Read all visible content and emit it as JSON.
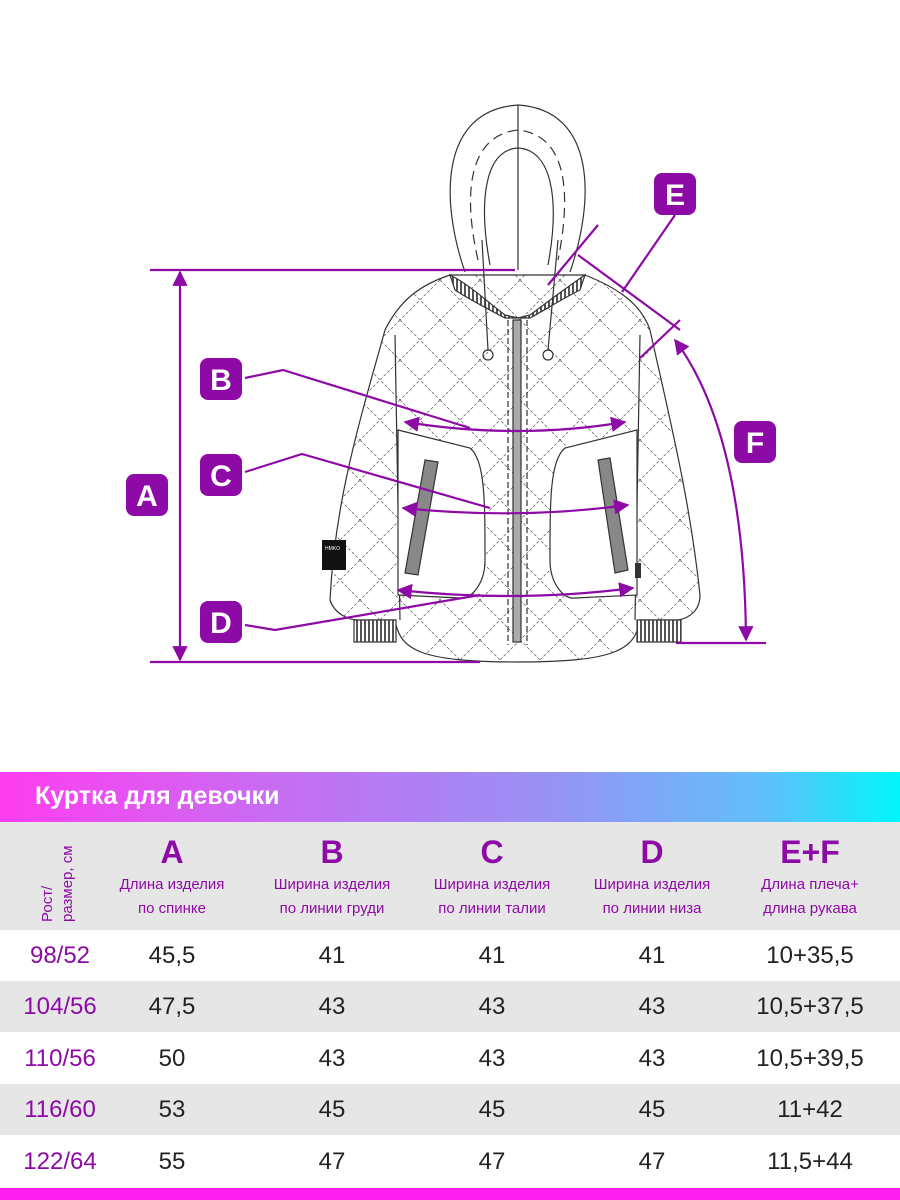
{
  "diagram": {
    "labels": [
      "A",
      "B",
      "C",
      "D",
      "E",
      "F"
    ],
    "tag_text": "HMKO"
  },
  "table": {
    "title": "Куртка для девочки",
    "size_header": [
      "Рост/",
      "размер, см"
    ],
    "columns": [
      {
        "letter": "A",
        "desc1": "Длина изделия",
        "desc2": "по спинке"
      },
      {
        "letter": "B",
        "desc1": "Ширина изделия",
        "desc2": "по линии груди"
      },
      {
        "letter": "C",
        "desc1": "Ширина изделия",
        "desc2": "по линии талии"
      },
      {
        "letter": "D",
        "desc1": "Ширина изделия",
        "desc2": "по линии низа"
      },
      {
        "letter": "E+F",
        "desc1": "Длина плеча+",
        "desc2": "длина рукава"
      }
    ],
    "rows": [
      {
        "size": "98/52",
        "a": "45,5",
        "b": "41",
        "c": "41",
        "d": "41",
        "ef": "10+35,5"
      },
      {
        "size": "104/56",
        "a": "47,5",
        "b": "43",
        "c": "43",
        "d": "43",
        "ef": "10,5+37,5"
      },
      {
        "size": "110/56",
        "a": "50",
        "b": "43",
        "c": "43",
        "d": "43",
        "ef": "10,5+39,5"
      },
      {
        "size": "116/60",
        "a": "53",
        "b": "45",
        "c": "45",
        "d": "45",
        "ef": "11+42"
      },
      {
        "size": "122/64",
        "a": "55",
        "b": "47",
        "c": "47",
        "d": "47",
        "ef": "11,5+44"
      }
    ]
  },
  "colors": {
    "accent": "#8e0aa6",
    "band_start": "#ff3df0",
    "band_end": "#00f6fb",
    "row_gray": "#e6e6e6"
  }
}
